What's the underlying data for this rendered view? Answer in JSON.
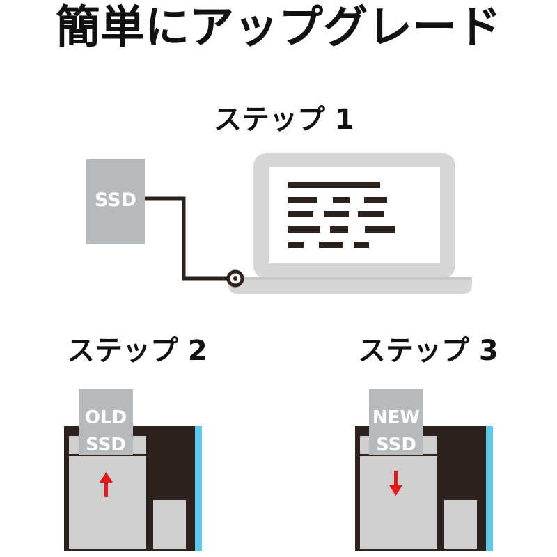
{
  "title": "簡単にアップグレード",
  "steps": [
    {
      "label": "ステップ 1",
      "ssd_label": "SSD"
    },
    {
      "label": "ステップ 2",
      "ssd_line1": "OLD",
      "ssd_line2": "SSD",
      "arrow": "up"
    },
    {
      "label": "ステップ 3",
      "ssd_line1": "NEW",
      "ssd_line2": "SSD",
      "arrow": "down"
    }
  ],
  "colors": {
    "ssd_gray": "#b6babd",
    "laptop_gray": "#d6d6d6",
    "dark_brown": "#2d221e",
    "bay_gray": "#cfcfcf",
    "blue_stripe": "#5bc8ec",
    "arrow_red": "#e21a1a"
  }
}
